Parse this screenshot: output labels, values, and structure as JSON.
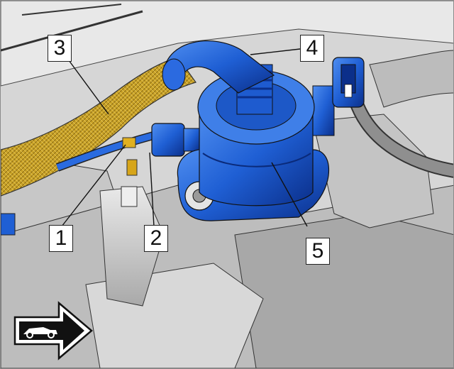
{
  "callouts": {
    "c1": "1",
    "c2": "2",
    "c3": "3",
    "c4": "4",
    "c5": "5"
  },
  "colors": {
    "component_blue": "#1f5fd4",
    "insulation_yellow": "#c9a227",
    "engine_grey": "#bfbfbf",
    "outline": "#222222"
  },
  "icons": {
    "direction_arrow": "direction-arrow-icon",
    "vehicle": "car-icon"
  }
}
